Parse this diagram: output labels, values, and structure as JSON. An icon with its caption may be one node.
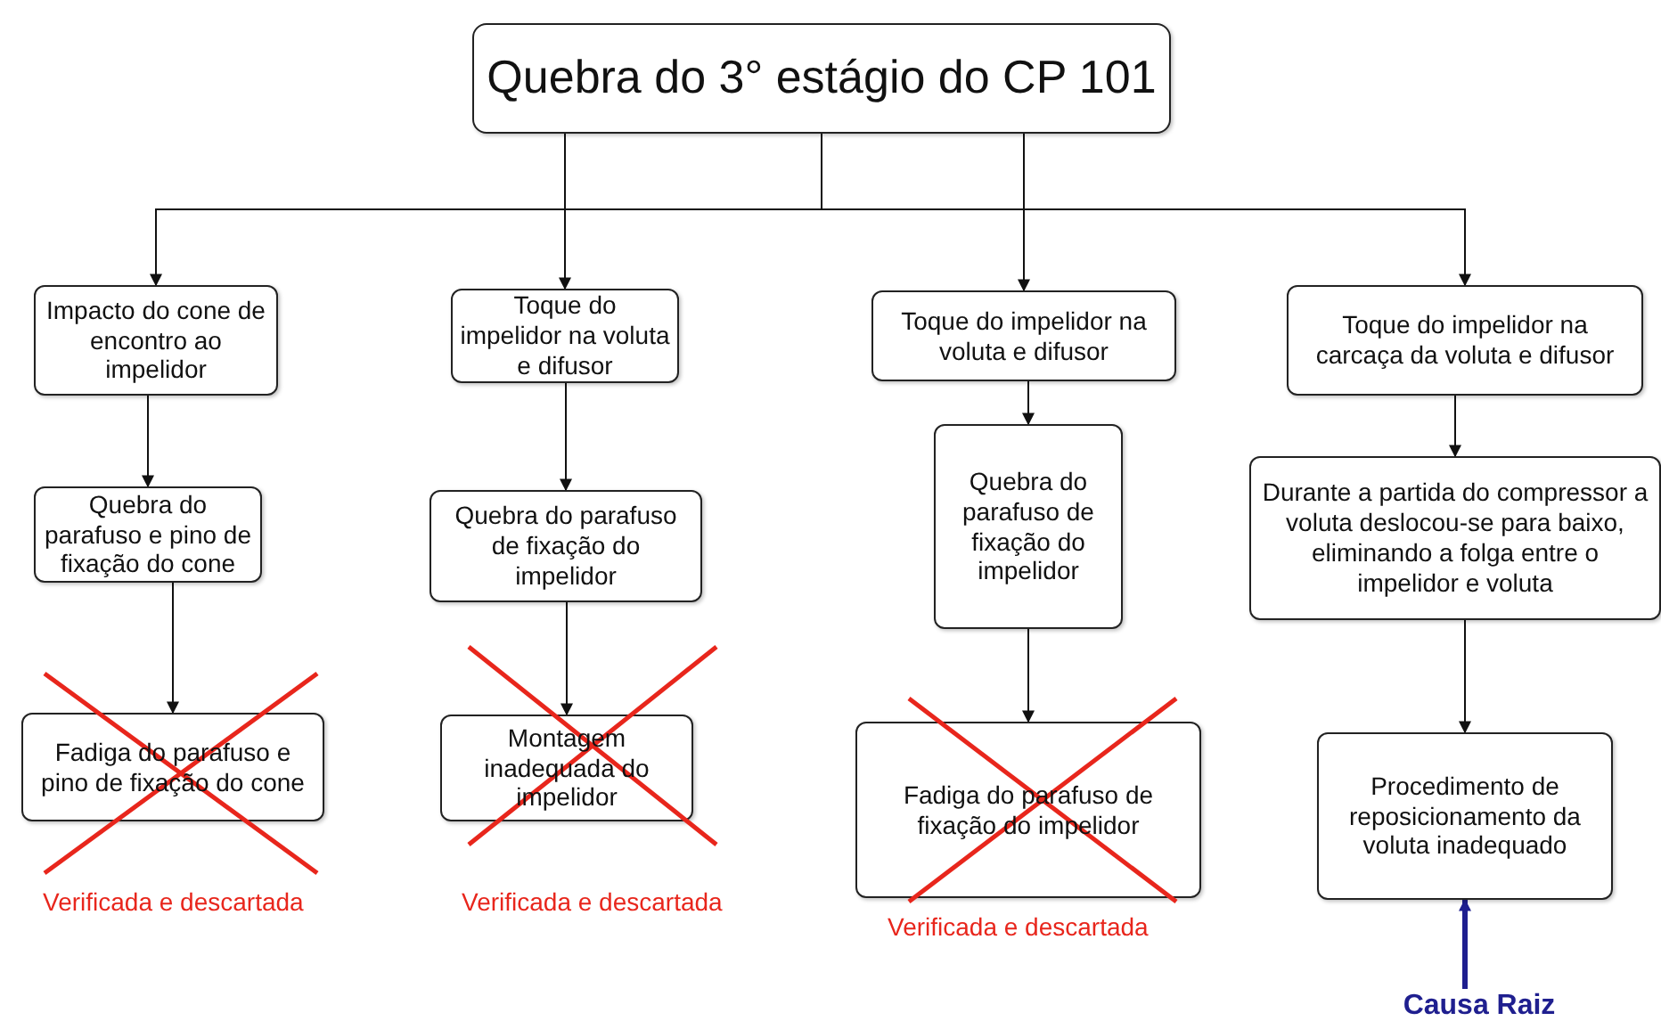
{
  "diagram": {
    "nodes": [
      {
        "text": [
          "Quebra do 3° estágio do CP 101"
        ]
      },
      {
        "text": [
          "Impacto do cone de encontro ao impelidor"
        ]
      },
      {
        "text": [
          "Toque do impelidor na voluta e difusor"
        ]
      },
      {
        "text": [
          "Toque do impelidor na voluta e difusor"
        ]
      },
      {
        "text": [
          "Toque do impelidor na carcaça da voluta e difusor"
        ]
      },
      {
        "text": [
          "Quebra do parafuso e pino de fixação do cone"
        ]
      },
      {
        "text": [
          "Quebra do parafuso de fixação do impelidor"
        ]
      },
      {
        "text": [
          "Quebra do parafuso de fixação do impelidor"
        ]
      },
      {
        "text": [
          "Durante a partida do compressor a voluta deslocou-se para baixo, eliminando a folga entre o impelidor e voluta"
        ]
      },
      {
        "text": [
          "Fadiga do parafuso e pino de fixação do cone"
        ]
      },
      {
        "text": [
          "Montagem inadequada do impelidor"
        ]
      },
      {
        "text": [
          "Fadiga do parafuso de fixação do impelidor"
        ]
      },
      {
        "text": [
          "Procedimento de reposicionamento da voluta inadequado"
        ]
      },
      {
        "text": [
          "Causa Raiz"
        ]
      }
    ],
    "edges": [
      {
        "from": 0,
        "to": 1,
        "arrow": "to"
      },
      {
        "from": 0,
        "to": 2,
        "arrow": "to"
      },
      {
        "from": 0,
        "to": 3,
        "arrow": "to"
      },
      {
        "from": 0,
        "to": 4,
        "arrow": "to"
      },
      {
        "from": 1,
        "to": 5,
        "arrow": "to"
      },
      {
        "from": 5,
        "to": 9,
        "arrow": "to"
      },
      {
        "from": 2,
        "to": 6,
        "arrow": "to"
      },
      {
        "from": 6,
        "to": 10,
        "arrow": "to"
      },
      {
        "from": 3,
        "to": 7,
        "arrow": "to"
      },
      {
        "from": 7,
        "to": 11,
        "arrow": "to"
      },
      {
        "from": 4,
        "to": 8,
        "arrow": "to"
      },
      {
        "from": 8,
        "to": 12,
        "arrow": "to"
      },
      {
        "from": 13,
        "to": 12,
        "arrow": "to",
        "style": "thick",
        "color": "#1f1f8f"
      }
    ],
    "labels": [
      "Verificada e descartada",
      "Verificada e descartada",
      "Verificada e descartada"
    ]
  }
}
